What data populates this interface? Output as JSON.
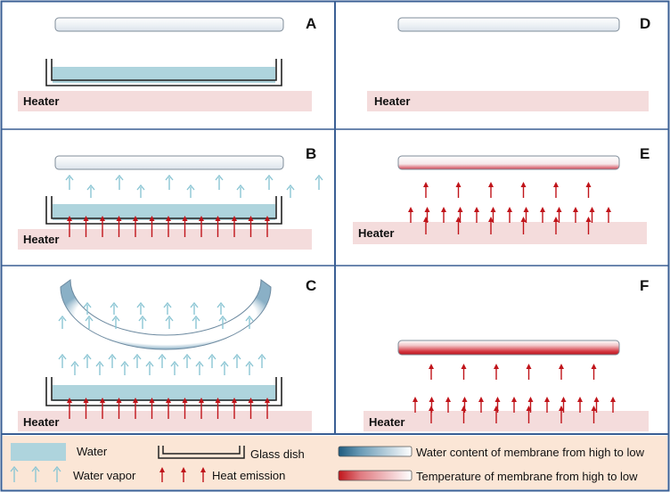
{
  "panels": [
    {
      "id": "A",
      "label": "A",
      "heater": "Heater"
    },
    {
      "id": "B",
      "label": "B",
      "heater": "Heater"
    },
    {
      "id": "C",
      "label": "C",
      "heater": "Heater"
    },
    {
      "id": "D",
      "label": "D",
      "heater": "Heater"
    },
    {
      "id": "E",
      "label": "E",
      "heater": "Heater"
    },
    {
      "id": "F",
      "label": "F",
      "heater": "Heater"
    }
  ],
  "legend": {
    "water": "Water",
    "water_vapor": "Water vapor",
    "glass_dish": "Glass dish",
    "heat_emission": "Heat emission",
    "water_content": "Water content of membrane from high to low",
    "temperature": "Temperature of membrane from high to low"
  },
  "colors": {
    "border": "#3a5f94",
    "heater": "#f4dcdc",
    "water": "#aed4dd",
    "water_edge": "#8fc0cc",
    "vapor_arrow": "#8cc6d4",
    "heat_arrow": "#c0141a",
    "legend_bg": "#fbe6d6"
  }
}
